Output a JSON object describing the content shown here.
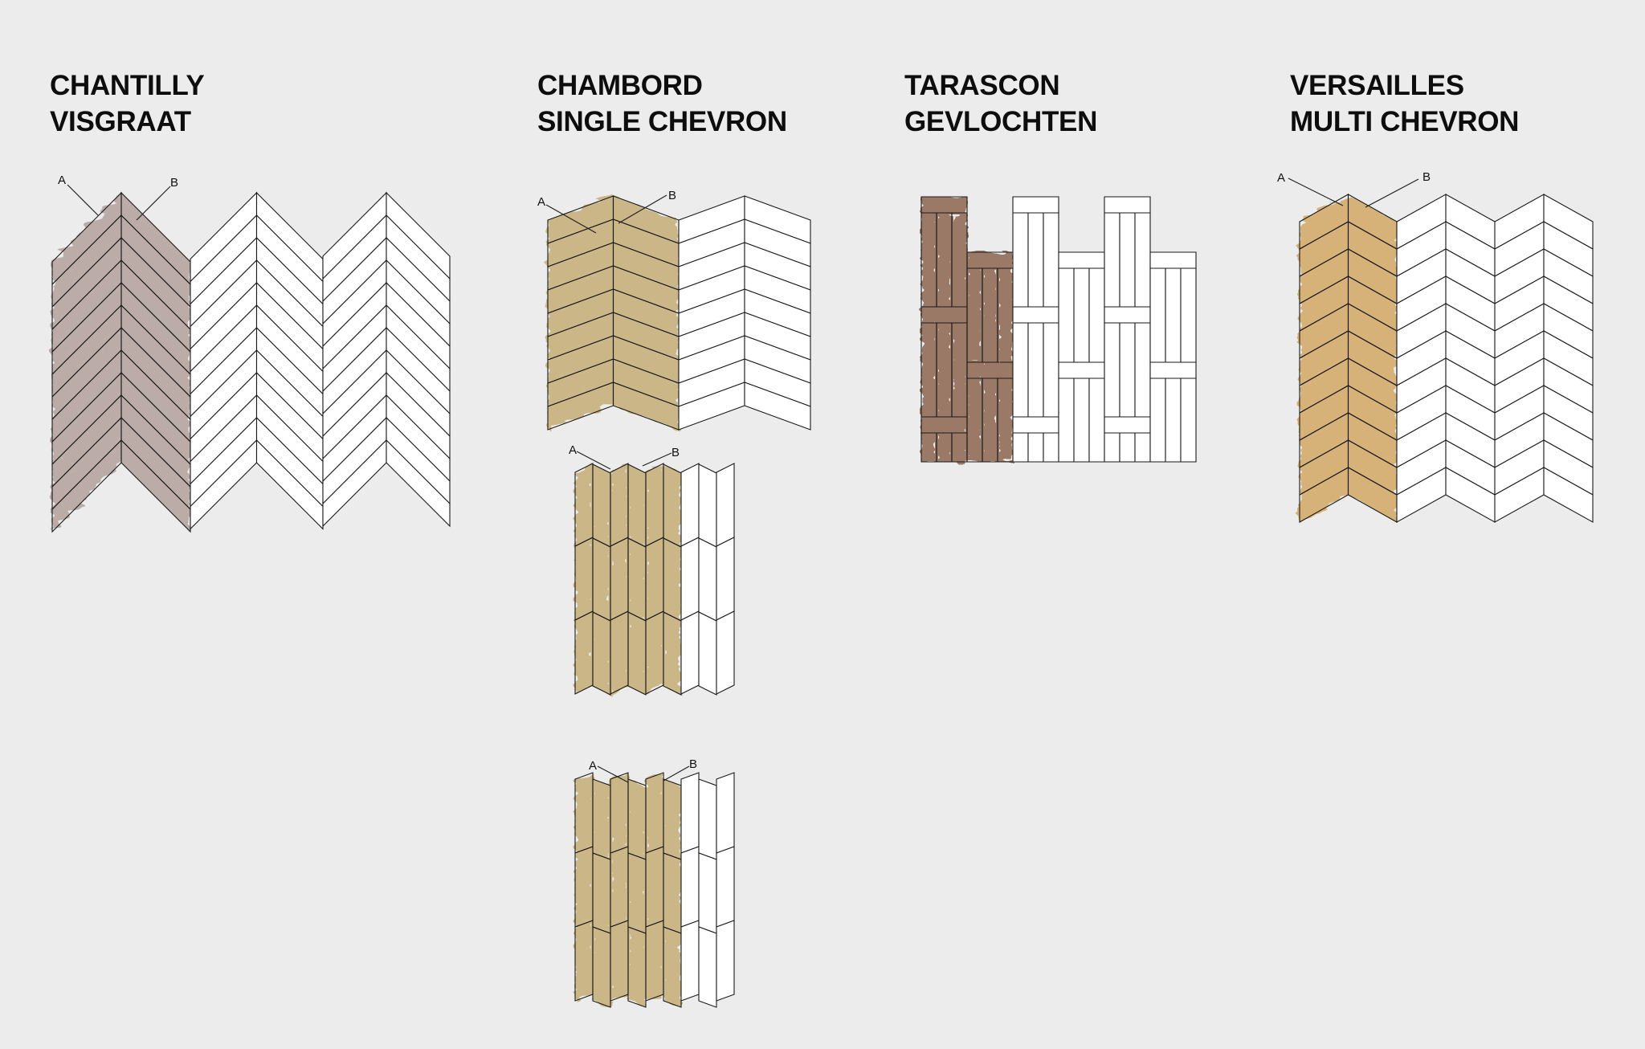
{
  "colors": {
    "background": "#ececec",
    "outline": "#1a1a1a",
    "tile": "#ffffff",
    "chantilly_wood": "#b3a29b",
    "chambord_wood": "#c6ad76",
    "tarascon_wood": "#8c6650",
    "versailles_wood": "#d3a866"
  },
  "patterns": [
    {
      "line1": "CHANTILLY",
      "line2": "VISGRAAT",
      "label_a": "A",
      "label_b": "B"
    },
    {
      "line1": "CHAMBORD",
      "line2": "SINGLE CHEVRON",
      "label_a": "A",
      "label_b": "B"
    },
    {
      "line1": "TARASCON",
      "line2": "GEVLOCHTEN"
    },
    {
      "line1": "VERSAILLES",
      "line2": "MULTI CHEVRON",
      "label_a": "A",
      "label_b": "B"
    }
  ],
  "chambord_variants": [
    {
      "label_a": "A",
      "label_b": "B"
    },
    {
      "label_a": "A",
      "label_b": "B"
    }
  ]
}
